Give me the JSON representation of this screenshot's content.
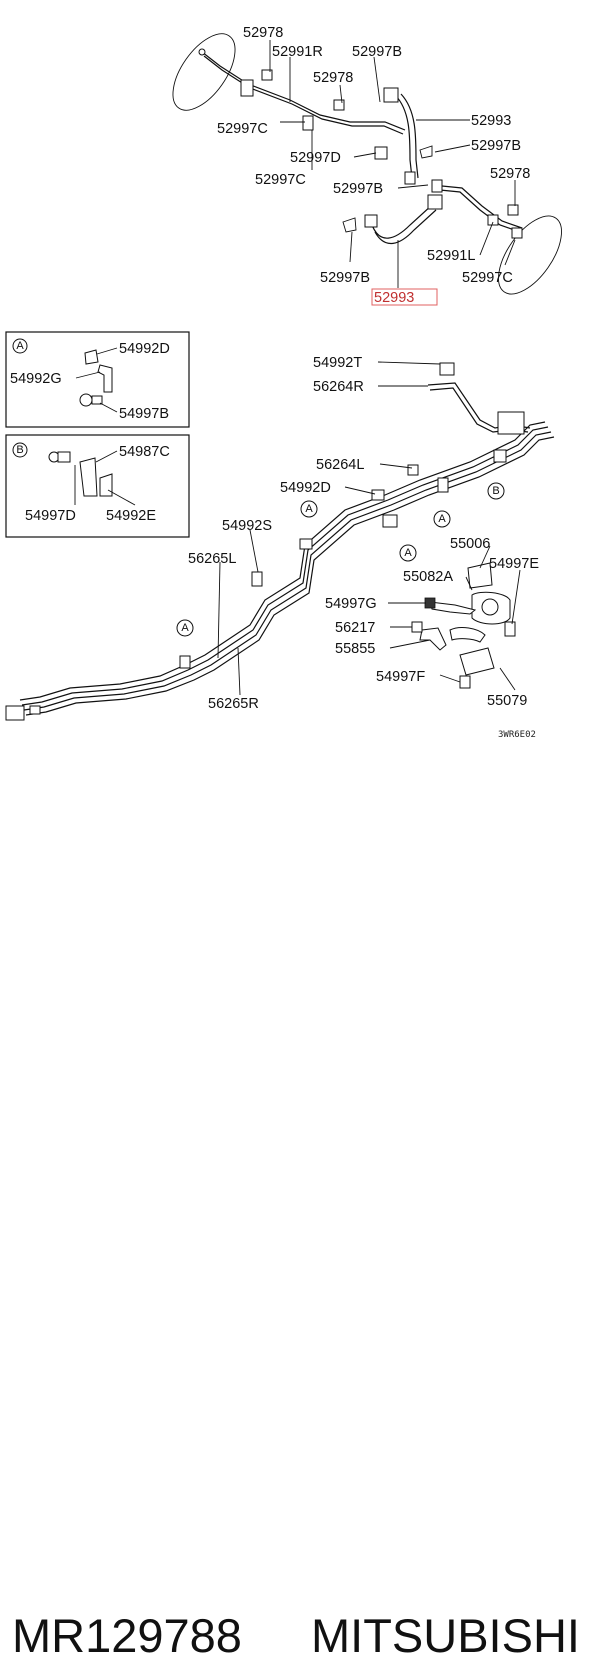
{
  "diagram": {
    "upper_labels": {
      "l52978a": "52978",
      "l52991r": "52991R",
      "l52997b_top": "52997B",
      "l52978b": "52978",
      "l52993_top": "52993",
      "l52997c_a": "52997C",
      "l52997b_r": "52997B",
      "l52997d": "52997D",
      "l52997c_b": "52997C",
      "l52978c": "52978",
      "l52997b_mid": "52997B",
      "l52991l": "52991L",
      "l52997b_low": "52997B",
      "l52997c_c": "52997C",
      "l52993_hl": "52993"
    },
    "box_a": {
      "circle": "A",
      "l54992d": "54992D",
      "l54992g": "54992G",
      "l54997b": "54997B"
    },
    "box_b": {
      "circle": "B",
      "l54987c": "54987C",
      "l54997d": "54997D",
      "l54992e": "54992E"
    },
    "lower_labels": {
      "l54992t": "54992T",
      "l56264r": "56264R",
      "l56264l": "56264L",
      "l54992d": "54992D",
      "l54992s": "54992S",
      "l56265l": "56265L",
      "l55006": "55006",
      "l55082a": "55082A",
      "l54997e": "54997E",
      "l54997g": "54997G",
      "l56217": "56217",
      "l55855": "55855",
      "l54997f": "54997F",
      "l55079": "55079",
      "l56265r": "56265R"
    },
    "callouts": {
      "a1": "A",
      "a2": "A",
      "a3": "A",
      "a4": "A",
      "b1": "B"
    },
    "ref_code": "3WR6E02"
  },
  "footer": {
    "part_number": "MR129788",
    "brand": "MITSUBISHI"
  }
}
